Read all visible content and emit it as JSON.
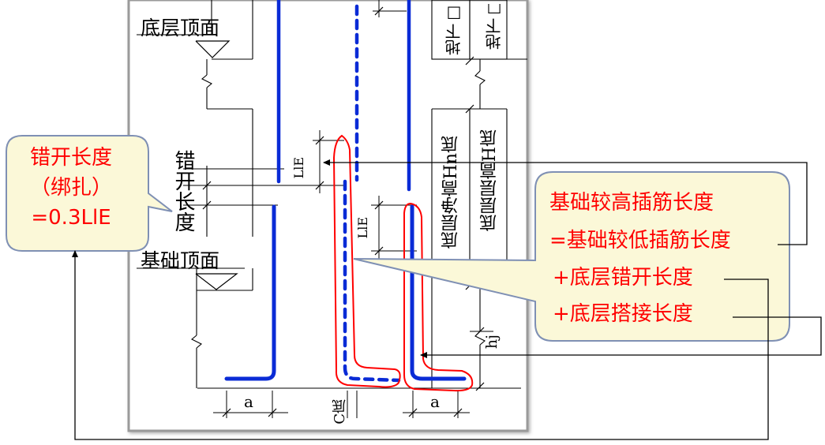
{
  "callout_left": {
    "line1": "错开长度",
    "line2": "（绑扎）",
    "line3": "=0.3LlE"
  },
  "callout_right": {
    "line1": "基础较高插筋长度",
    "line2": "=基础较低插筋长度",
    "line3": "+底层错开长度",
    "line4": "+底层搭接长度"
  },
  "drawing": {
    "label_bottom_floor_top": "底层顶面",
    "label_foundation_top": "基础顶面",
    "label_stagger_length": "错开长度",
    "label_lle_upper": "LlE",
    "label_lle_lower": "LlE",
    "label_underground_1": "地下□",
    "label_underground_2": "地下□",
    "label_clear_height": "底层净高Hn底",
    "label_floor_height": "底层层高H底",
    "label_hj": "hj",
    "label_a_left": "a",
    "label_a_right": "a",
    "label_c_bottom": "C底"
  },
  "colors": {
    "callout_fill": "#fbf8d8",
    "callout_border": "#7f90b4",
    "rebar_blue": "#0a2bd6",
    "highlight_red": "#ff0000",
    "callout_text": "#ff0000"
  }
}
